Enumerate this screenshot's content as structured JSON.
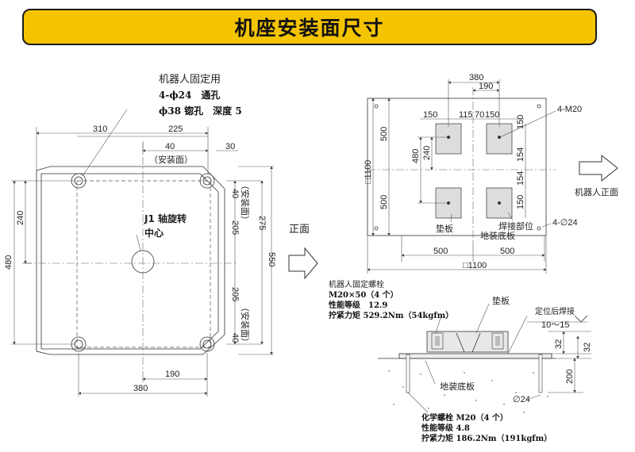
{
  "title": "机座安装面尺寸",
  "left_view": {
    "note_fix_line1": "机器人固定用",
    "note_fix_line2": "4-ϕ24　通孔",
    "note_fix_line3": "ϕ38 锪孔　深度 5",
    "dims_top": [
      "310",
      "225",
      "40",
      "30"
    ],
    "mount_face_top": "（安装面）",
    "mount_face_right_upper": "（安装面）",
    "mount_face_right_lower": "（安装面）",
    "dims_right": [
      "40",
      "205",
      "205",
      "40",
      "275",
      "550"
    ],
    "dims_left": [
      "240",
      "480"
    ],
    "j1_line1": "J1 轴旋转",
    "j1_line2": "中心",
    "dims_bottom": [
      "190",
      "380"
    ]
  },
  "front_label": "正面",
  "right_view": {
    "dims_top": [
      "380",
      "190",
      "150",
      "115",
      "70",
      "150"
    ],
    "bolt_label": "4-M20",
    "dims_right": [
      "150",
      "154",
      "154",
      "150"
    ],
    "dims_left_outer": [
      "500",
      "500"
    ],
    "dims_left_inner": [
      "480",
      "240"
    ],
    "overall_left": "□1100",
    "pad_label": "垫板",
    "base_label": "地装底板",
    "weld_label": "焊接部位",
    "hole_label": "4-∅24",
    "dims_bottom": [
      "500",
      "500"
    ],
    "overall_bottom": "□1100",
    "robot_front": "机器人正面"
  },
  "section_view": {
    "fix_bolt_line1": "机器人固定螺栓",
    "fix_bolt_line2": "M20×50（4 个）",
    "fix_bolt_line3": "性能等级　12.9",
    "fix_bolt_line4": "拧紧力矩 529.2Nm（54kgfm）",
    "pad_label": "垫板",
    "weld_after": "定位后焊接",
    "weld_size": "10～15",
    "dims_right": [
      "32",
      "32",
      "200"
    ],
    "base_label": "地装底板",
    "hole_dia": "∅24",
    "chem_bolt_line1": "化学螺栓 M20（4 个）",
    "chem_bolt_line2": "性能等级 4.8",
    "chem_bolt_line3": "拧紧力矩 186.2Nm（191kgfm）"
  }
}
